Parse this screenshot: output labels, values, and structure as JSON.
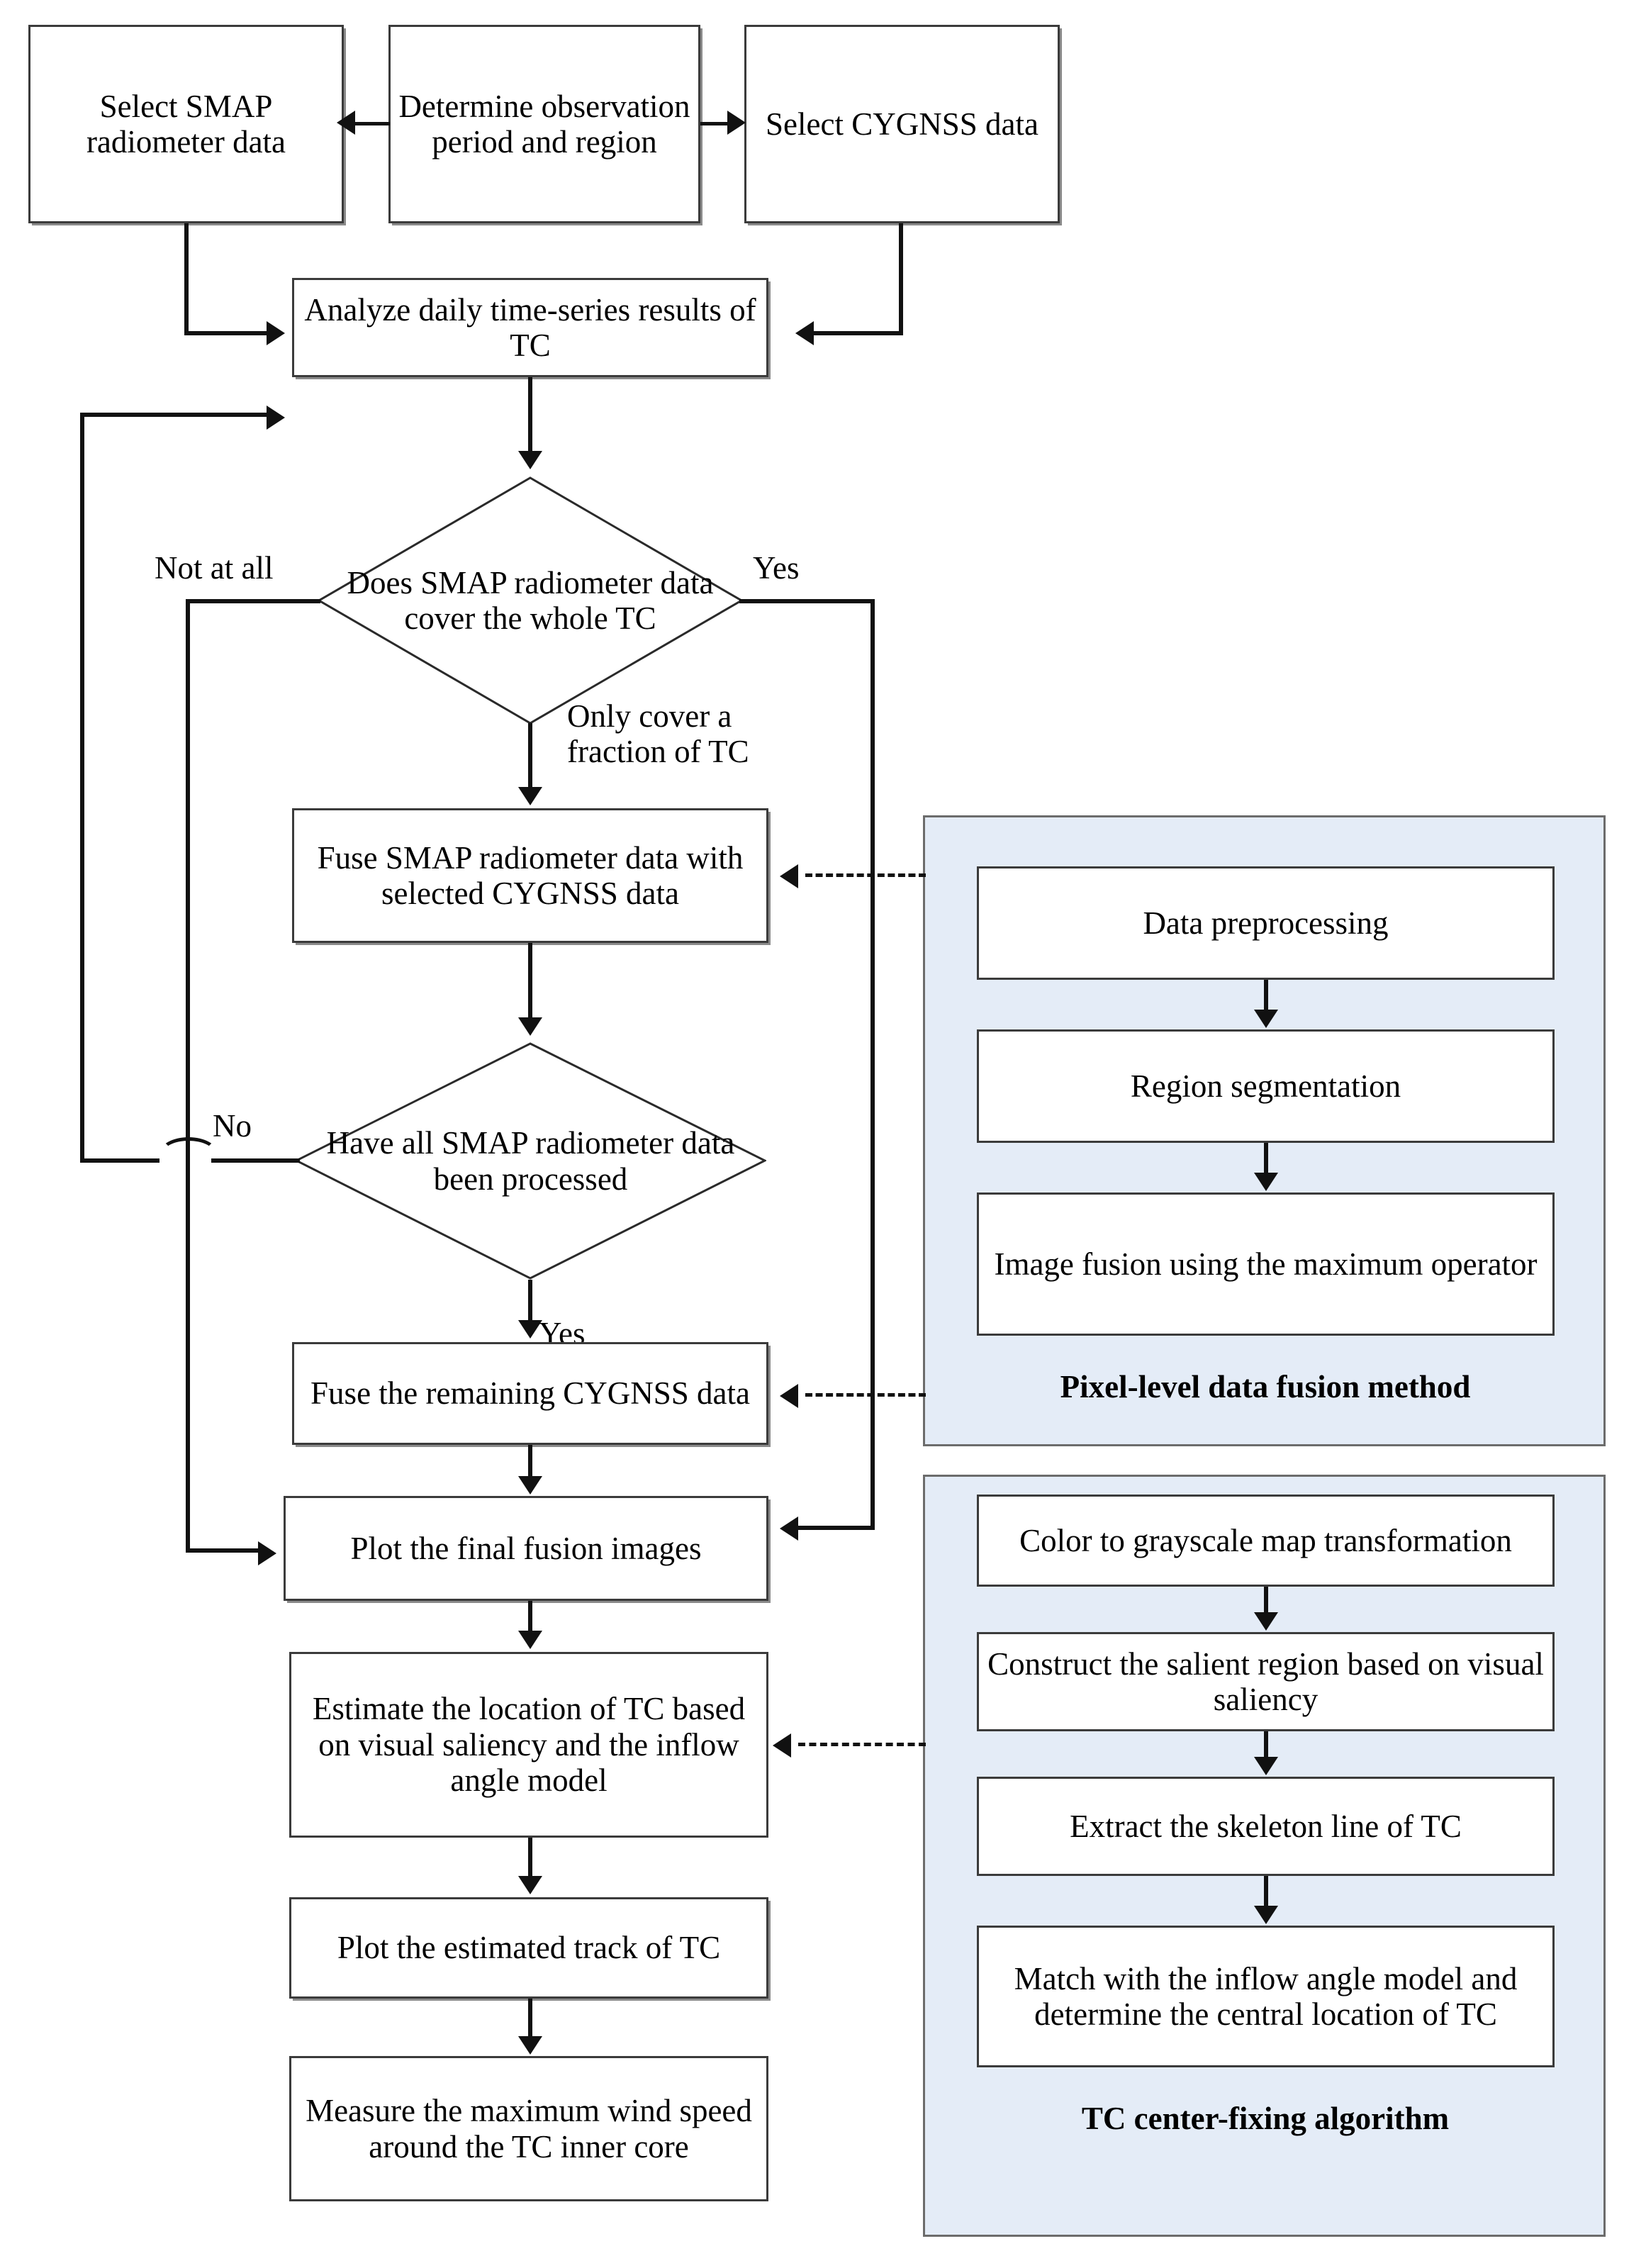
{
  "diagram": {
    "title": "TC center-fixing and wind-speed workflow flowchart",
    "accent_panel_fill": "#e4ecf7",
    "panel_border": "#6c6c6c",
    "line_color": "#111111"
  },
  "nodes": {
    "select_smap": "Select SMAP radiometer data",
    "determine_obs": "Determine observation period and region",
    "select_cygnss": "Select CYGNSS data",
    "analyze_daily": "Analyze daily time-series results of TC",
    "decision_cover": "Does SMAP radiometer data cover the whole TC",
    "fuse_smap": "Fuse SMAP radiometer data with selected CYGNSS data",
    "decision_processed": "Have all SMAP radiometer data  been processed",
    "fuse_remaining": "Fuse the remaining CYGNSS data",
    "plot_fusion": "Plot the final fusion images",
    "estimate_location": "Estimate the location of TC based on visual saliency and the inflow angle model",
    "plot_track": "Plot the estimated track of TC",
    "measure_wind": "Measure the maximum wind speed around the TC inner core"
  },
  "edge_labels": {
    "not_at_all": "Not at all",
    "yes_top": "Yes",
    "only_fraction": "Only cover a fraction of TC",
    "no": "No",
    "yes_bottom": "Yes"
  },
  "panel_pixel": {
    "label": "Pixel-level data fusion method",
    "steps": [
      "Data preprocessing",
      "Region segmentation",
      "Image fusion using the maximum operator"
    ]
  },
  "panel_center_fixing": {
    "label": "TC center-fixing algorithm",
    "steps": [
      "Color to grayscale map transformation",
      "Construct the salient region based on visual saliency",
      "Extract the skeleton line of TC",
      "Match with the inflow angle model and determine the central location of TC"
    ]
  }
}
